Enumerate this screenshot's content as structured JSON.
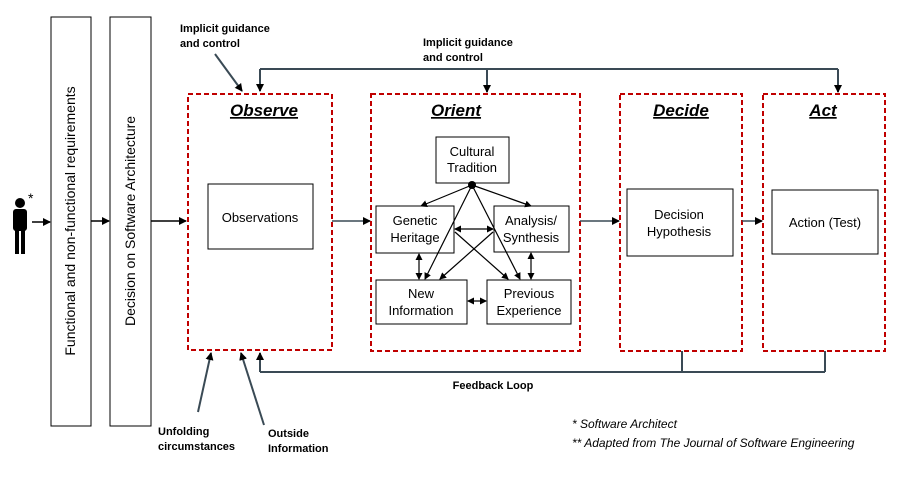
{
  "actor_mark": "*",
  "requirements_label": "Functional and non-functional requirements",
  "architecture_label": "Decision on Software Architecture",
  "phases": {
    "observe": {
      "title": "Observe",
      "box": "Observations"
    },
    "orient": {
      "title": "Orient",
      "cultural": [
        "Cultural",
        "Tradition"
      ],
      "genetic": [
        "Genetic",
        "Heritage"
      ],
      "analysis": [
        "Analysis/",
        "Synthesis"
      ],
      "new_info": [
        "New",
        "Information"
      ],
      "previous": [
        "Previous",
        "Experience"
      ]
    },
    "decide": {
      "title": "Decide",
      "box": [
        "Decision",
        "Hypothesis"
      ]
    },
    "act": {
      "title": "Act",
      "box": "Action (Test)"
    }
  },
  "annotations": {
    "implicit_left": [
      "Implicit guidance",
      "and control"
    ],
    "implicit_top": [
      "Implicit guidance",
      "and control"
    ],
    "feedback": "Feedback Loop",
    "unfolding": [
      "Unfolding",
      "circumstances"
    ],
    "outside": [
      "Outside",
      "Information"
    ]
  },
  "footnotes": [
    "* Software Architect",
    "** Adapted from The Journal of Software Engineering"
  ],
  "colors": {
    "dashed_border": "#c00000",
    "line": "#000000",
    "loop_line": "#3a4a55"
  }
}
